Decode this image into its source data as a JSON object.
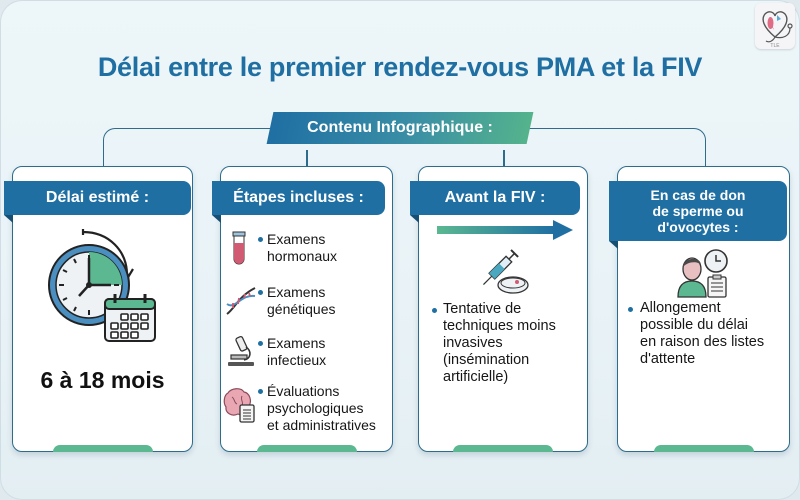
{
  "header": {
    "title": "Délai entre le premier rendez-vous PMA et la FIV",
    "logo_icon": "heart-stethoscope-logo-icon"
  },
  "section": {
    "label": "Contenu Infographique :"
  },
  "colors": {
    "primary_blue": "#1f6fa3",
    "accent_green": "#5bb891",
    "background": "#edf6f9",
    "border": "#2d6c8c",
    "text": "#161616"
  },
  "cards": [
    {
      "heading": "Délai estimé :",
      "icon": "clock-calendar-icon",
      "value": "6 à 18 mois"
    },
    {
      "heading": "Étapes incluses :",
      "steps": [
        {
          "icon": "test-tube-icon",
          "line1": "Examens",
          "line2": "hormonaux"
        },
        {
          "icon": "dna-icon",
          "line1": "Examens",
          "line2": "génétiques"
        },
        {
          "icon": "microscope-icon",
          "line1": "Examens",
          "line2": "infectieux"
        },
        {
          "icon": "brain-clipboard-icon",
          "line1": "Évaluations",
          "line2": "psychologiques",
          "line3": "et administratives"
        }
      ]
    },
    {
      "heading": "Avant la FIV :",
      "icon": "syringe-petri-dish-icon",
      "arrow_icon": "arrow-right-icon",
      "bullet": [
        "Tentative de",
        "techniques moins",
        "invasives",
        "(insémination",
        "artificielle)"
      ]
    },
    {
      "heading": [
        "En cas de don",
        "de sperme ou",
        "d'ovocytes :"
      ],
      "icon": "person-clock-clipboard-icon",
      "bullet": [
        "Allongement",
        "possible du délai",
        "en raison des listes",
        "d'attente"
      ]
    }
  ]
}
